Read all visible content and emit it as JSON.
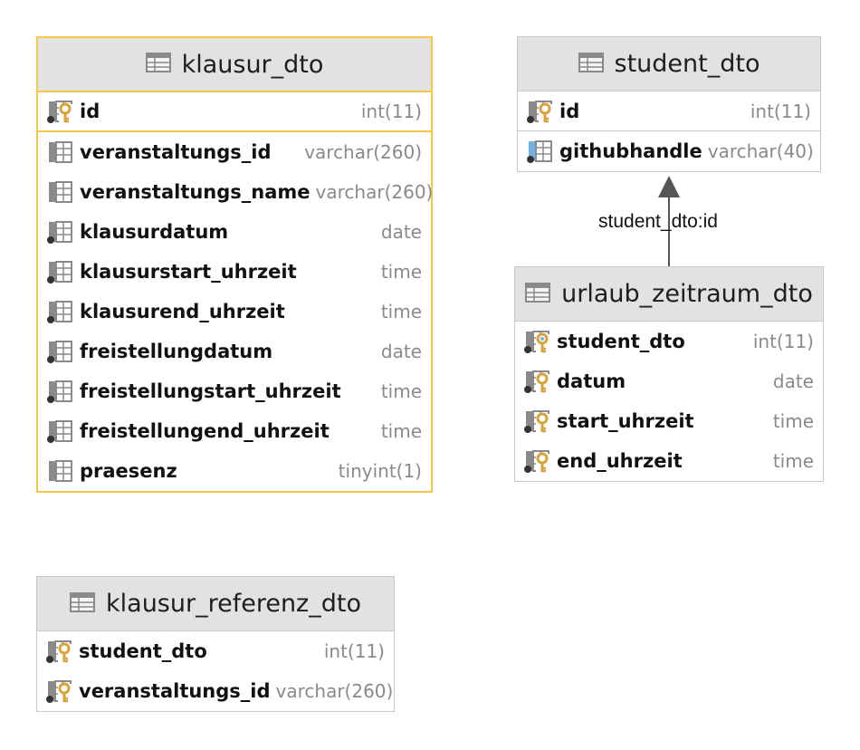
{
  "colors": {
    "header_bg": "#e2e2e2",
    "border": "#c8c8c8",
    "selected_border": "#f3c84b",
    "key_icon": "#d9a23a",
    "column_icon": "#8a8a8a",
    "unique_icon": "#6cb2e3",
    "type_text": "#8a8a8a"
  },
  "tables": {
    "klausur_dto": {
      "name": "klausur_dto",
      "columns": [
        {
          "name": "id",
          "type": "int(11)",
          "icon": "primary-key-icon"
        },
        {
          "name": "veranstaltungs_id",
          "type": "varchar(260)",
          "icon": "column-icon"
        },
        {
          "name": "veranstaltungs_name",
          "type": "varchar(260)",
          "icon": "column-icon"
        },
        {
          "name": "klausurdatum",
          "type": "date",
          "icon": "not-null-column-icon"
        },
        {
          "name": "klausurstart_uhrzeit",
          "type": "time",
          "icon": "not-null-column-icon"
        },
        {
          "name": "klausurend_uhrzeit",
          "type": "time",
          "icon": "not-null-column-icon"
        },
        {
          "name": "freistellungdatum",
          "type": "date",
          "icon": "not-null-column-icon"
        },
        {
          "name": "freistellungstart_uhrzeit",
          "type": "time",
          "icon": "not-null-column-icon"
        },
        {
          "name": "freistellungend_uhrzeit",
          "type": "time",
          "icon": "not-null-column-icon"
        },
        {
          "name": "praesenz",
          "type": "tinyint(1)",
          "icon": "column-icon"
        }
      ]
    },
    "student_dto": {
      "name": "student_dto",
      "columns": [
        {
          "name": "id",
          "type": "int(11)",
          "icon": "primary-key-icon"
        },
        {
          "name": "githubhandle",
          "type": "varchar(40)",
          "icon": "unique-column-icon"
        }
      ]
    },
    "urlaub_zeitraum_dto": {
      "name": "urlaub_zeitraum_dto",
      "columns": [
        {
          "name": "student_dto",
          "type": "int(11)",
          "icon": "primary-foreign-key-icon"
        },
        {
          "name": "datum",
          "type": "date",
          "icon": "primary-key-icon"
        },
        {
          "name": "start_uhrzeit",
          "type": "time",
          "icon": "primary-key-icon"
        },
        {
          "name": "end_uhrzeit",
          "type": "time",
          "icon": "primary-key-icon"
        }
      ]
    },
    "klausur_referenz_dto": {
      "name": "klausur_referenz_dto",
      "columns": [
        {
          "name": "student_dto",
          "type": "int(11)",
          "icon": "primary-key-icon"
        },
        {
          "name": "veranstaltungs_id",
          "type": "varchar(260)",
          "icon": "primary-key-icon"
        }
      ]
    }
  },
  "relations": [
    {
      "label": "student_dto:id"
    }
  ]
}
